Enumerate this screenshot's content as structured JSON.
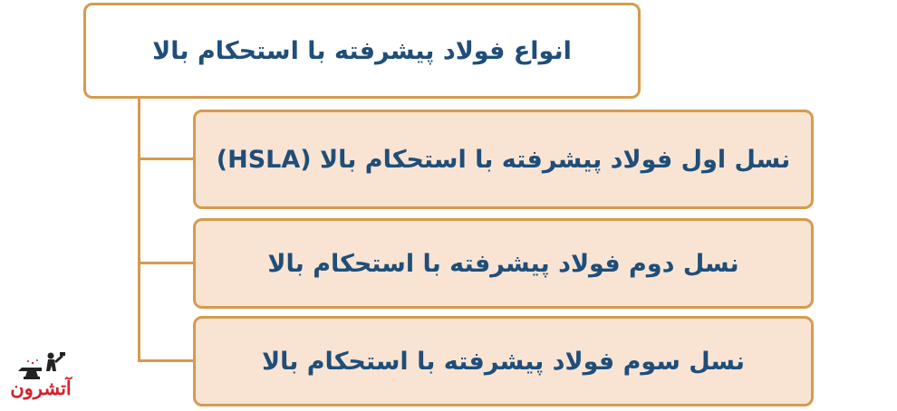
{
  "root": {
    "label": "انواع فولاد پیشرفته با استحکام بالا"
  },
  "children": [
    {
      "label": "نسل اول فولاد پیشرفته با استحکام بالا (HSLA)"
    },
    {
      "label": "نسل دوم فولاد پیشرفته با استحکام بالا"
    },
    {
      "label": "نسل سوم فولاد پیشرفته با استحکام بالا"
    }
  ],
  "logo": {
    "text": "آتشرون",
    "icon": "blacksmith-anvil-icon"
  },
  "colors": {
    "border": "#d59b4f",
    "child_fill": "#f9e4d4",
    "text": "#1f4e79",
    "logo": "#d1232a"
  }
}
